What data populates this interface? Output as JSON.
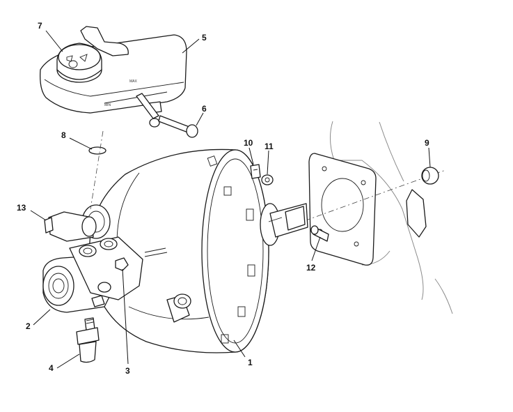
{
  "callouts": {
    "c1": "1",
    "c2": "2",
    "c3": "3",
    "c4": "4",
    "c5": "5",
    "c6": "6",
    "c7": "7",
    "c8": "8",
    "c9": "9",
    "c10": "10",
    "c11": "11",
    "c12": "12",
    "c13": "13"
  },
  "reservoir_marks": {
    "max": "MAX",
    "min": "MIN"
  }
}
